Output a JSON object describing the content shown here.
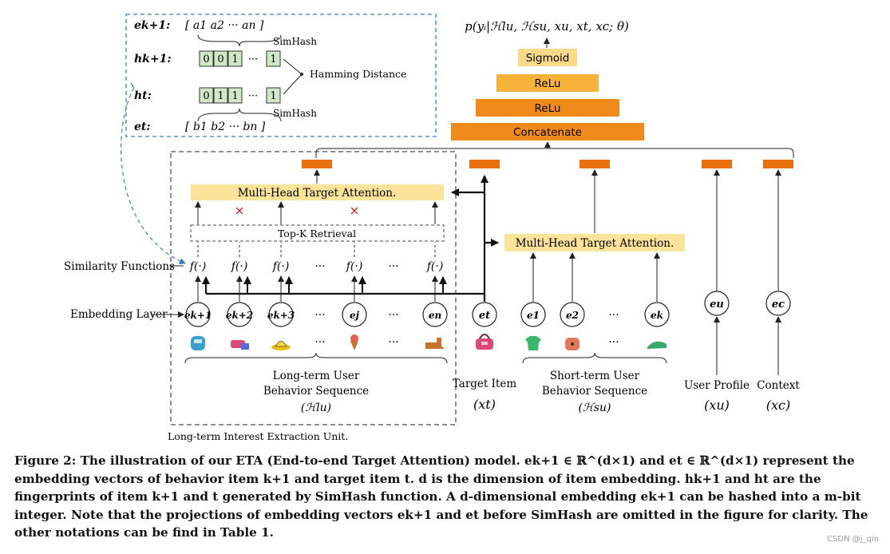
{
  "colors": {
    "orange": "#f08a1a",
    "orange_block": "#e8700f",
    "relu_top": "#f7b23a",
    "sigmoid": "#fbd98a",
    "attention": "#fbe39a",
    "hash_cell": "#cfe8c6",
    "hash_border": "#333333",
    "dashed_blue": "#3a7dc4",
    "red_cross": "#e02020"
  },
  "top_output": "p(yᵢ|ℋlu, ℋsu, xu, xt, xc; θ)",
  "tower": {
    "sigmoid": "Sigmoid",
    "relu1": "ReLu",
    "relu2": "ReLu",
    "concat": "Concatenate"
  },
  "hash_panel": {
    "e_k1_label": "ek+1:",
    "e_k1_vec": "[ a1   a2  ···   an ]",
    "simhash_top": "SimHash",
    "h_k1_label": "hk+1:",
    "h_k1_bits": [
      "0",
      "0",
      "1",
      "···",
      "1"
    ],
    "hamming": "Hamming Distance",
    "h_t_label": "ht:",
    "h_t_bits": [
      "0",
      "1",
      "1",
      "···",
      "1"
    ],
    "simhash_bottom": "SimHash",
    "e_t_label": "et:",
    "e_t_vec": "[ b1   b2  ···   bn ]"
  },
  "long_term": {
    "attention_label": "Multi-Head Target Attention.",
    "topk_label": "Top-K Retrieval",
    "similarity_label": "Similarity Functions",
    "embedding_label": "Embedding Layer",
    "f_labels": [
      "f(·)",
      "f(·)",
      "f(·)",
      "···",
      "f(·)",
      "···",
      "f(·)"
    ],
    "nodes": [
      "ek+1",
      "ek+2",
      "ek+3",
      "···",
      "ej",
      "···",
      "en"
    ],
    "seq_title_line1": "Long-term User",
    "seq_title_line2": "Behavior Sequence",
    "seq_symbol": "(ℋlu)",
    "unit_label": "Long-term Interest Extraction Unit."
  },
  "target": {
    "node": "et",
    "label": "Target Item",
    "symbol": "(xt)"
  },
  "short_term": {
    "attention_label": "Multi-Head Target Attention.",
    "nodes": [
      "e1",
      "e2",
      "···",
      "ek"
    ],
    "seq_title_line1": "Short-term User",
    "seq_title_line2": "Behavior Sequence",
    "seq_symbol": "(ℋsu)"
  },
  "user_profile": {
    "node": "eu",
    "label": "User Profile",
    "symbol": "(xu)"
  },
  "context": {
    "node": "ec",
    "label": "Context",
    "symbol": "(xc)"
  },
  "caption": "Figure 2: The illustration of our ETA (End-to-end Target Attention) model. ek+1 ∈ ℝ^(d×1) and et ∈ ℝ^(d×1) represent the embedding vectors of behavior item k+1 and target item t. d is the dimension of item embedding. hk+1 and ht are the fingerprints of item k+1 and t generated by SimHash function. A d-dimensional embedding ek+1 can be hashed into a m-bit integer. Note that the projections of embedding vectors ek+1 and et before SimHash are omitted in the figure for clarity. The other notations can be find in Table 1.",
  "watermark": "CSDN @j_qin"
}
